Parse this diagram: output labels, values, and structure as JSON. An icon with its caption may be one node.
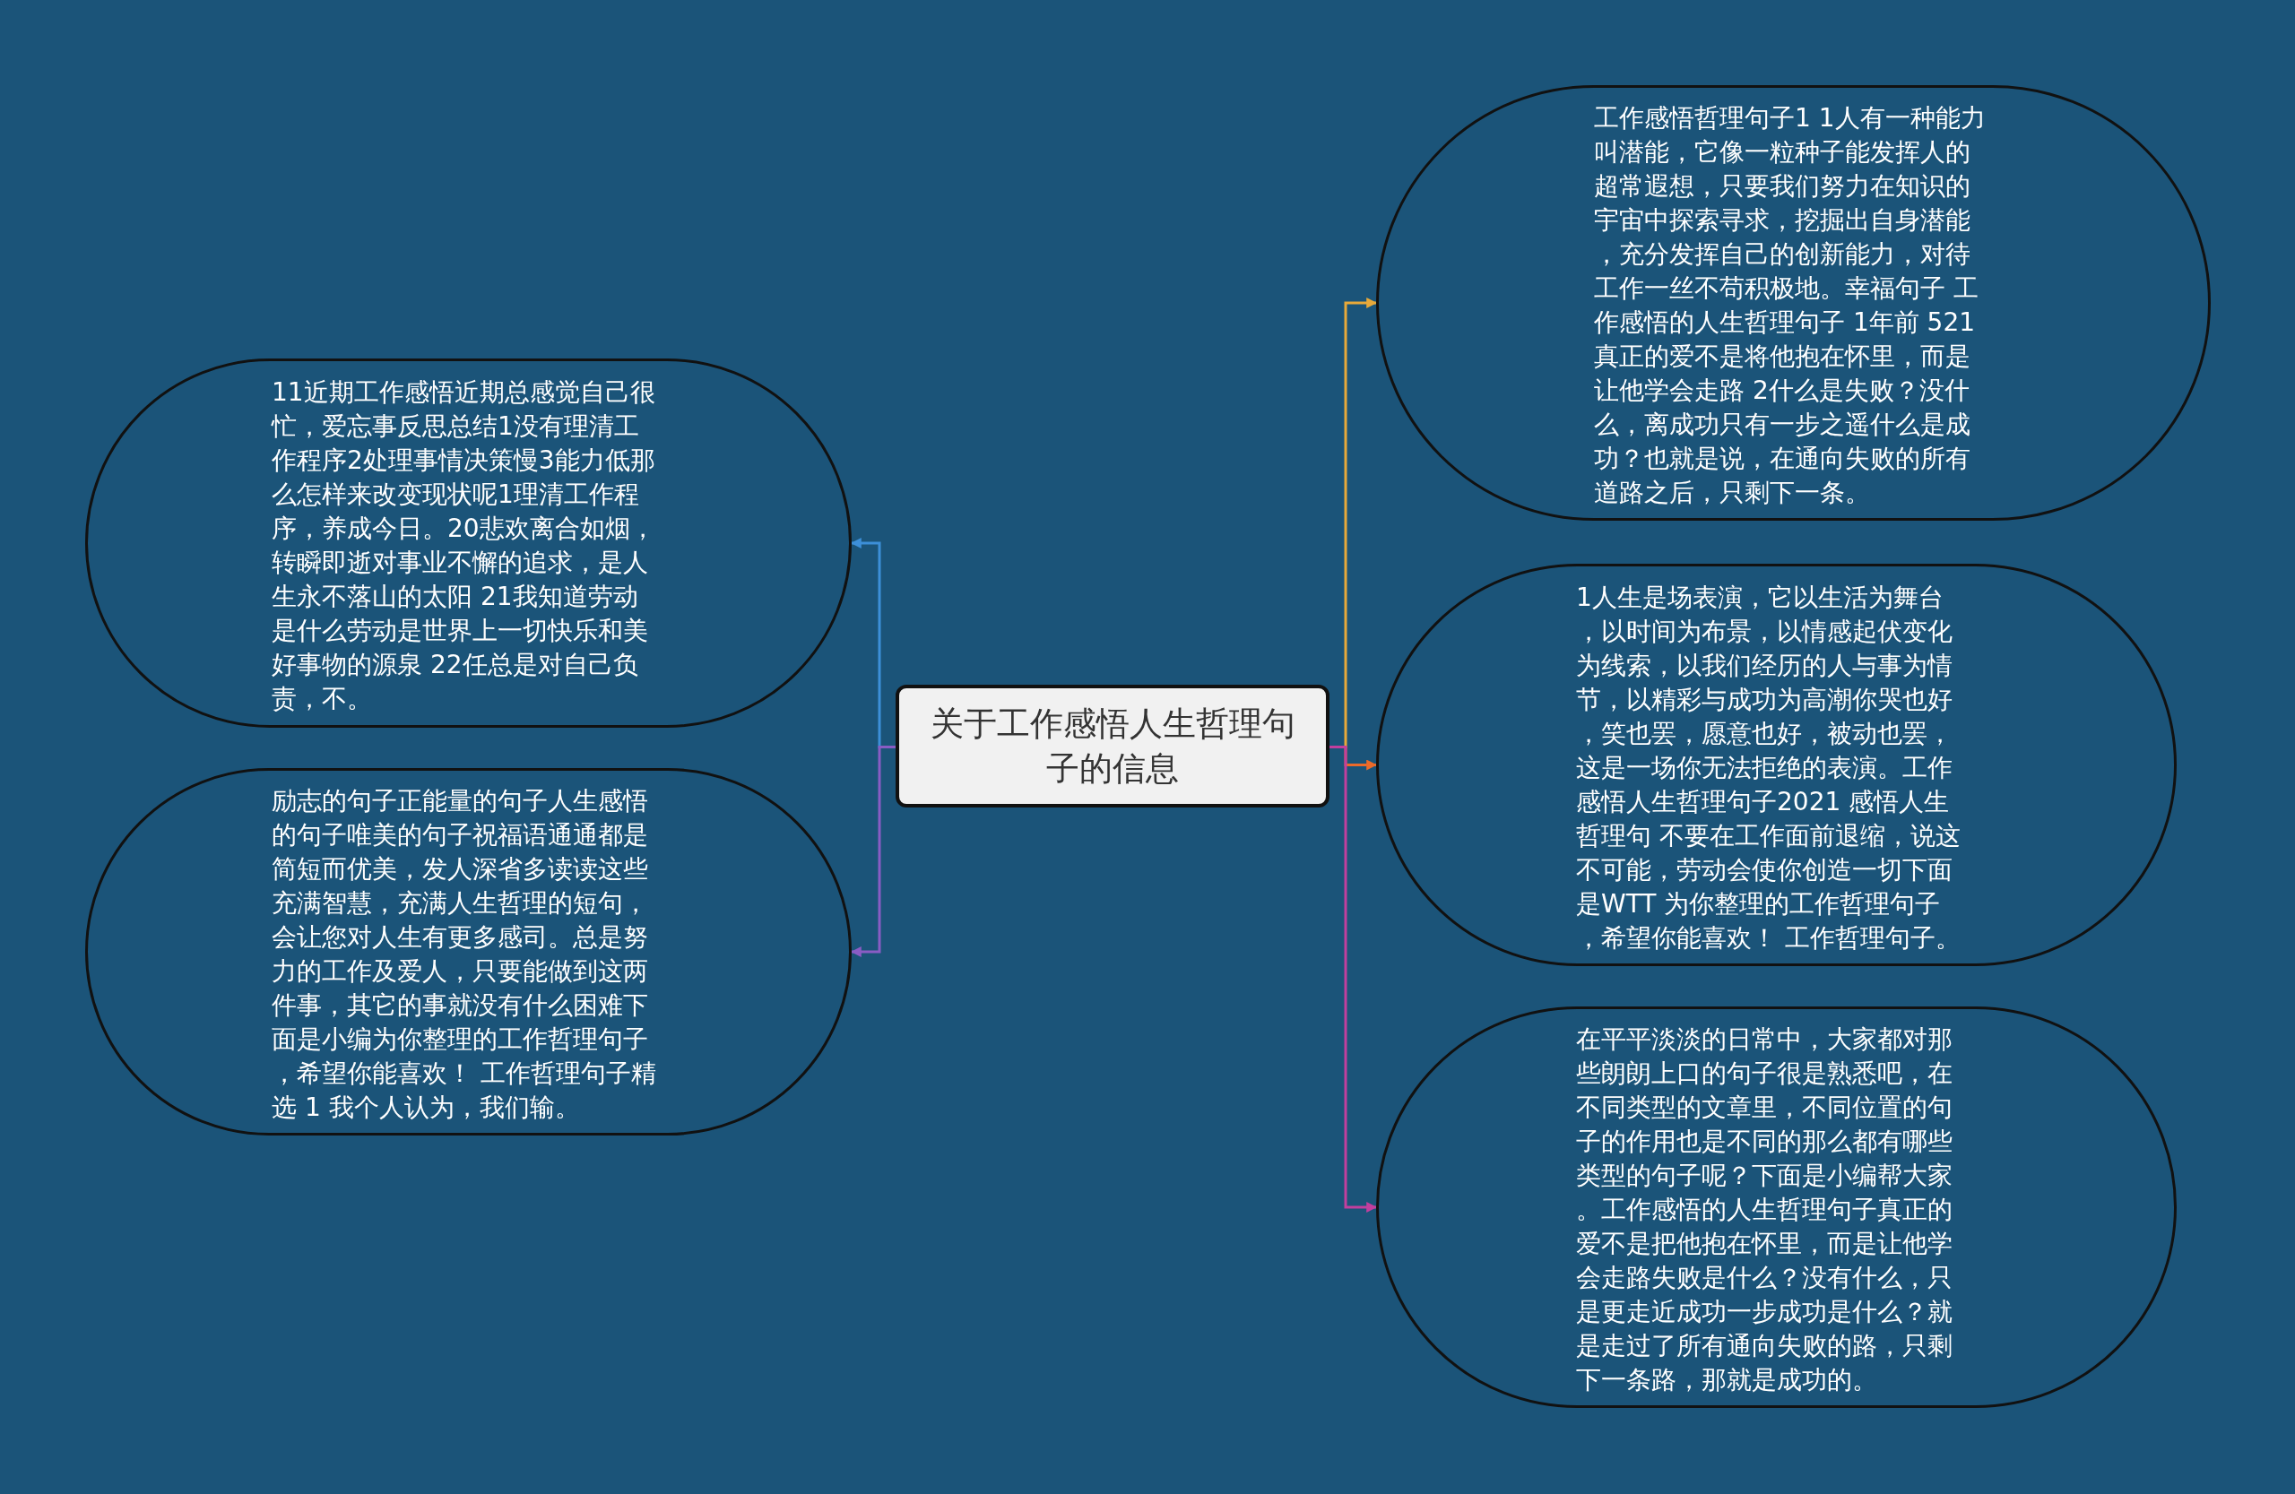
{
  "diagram": {
    "nodes": [
      {
        "text": [
          "关于工作感悟人生哲理句子的信息"
        ]
      },
      {
        "text": [
          "11近期工作感悟近期总感觉自己很忙，爱忘事反思总结1没有理清工作程序2处理事情决策慢3能力低那么怎样来改变现状呢1理清工作程序，养成今日。20悲欢离合如烟，转瞬即逝对事业不懈的追求，是人生永不落山的太阳 21我知道劳动是什么劳动是世界上一切快乐和美好事物的源泉 22任总是对自己负责，不。"
        ]
      },
      {
        "text": [
          "励志的句子正能量的句子人生感悟的句子唯美的句子祝福语通通都是简短而优美，发人深省多读读这些充满智慧，充满人生哲理的短句，会让您对人生有更多感司。总是努力的工作及爱人，只要能做到这两件事，其它的事就没有什么困难下面是小编为你整理的工作哲理句子，希望你能喜欢！ 工作哲理句子精选 1 我个人认为，我们输。"
        ]
      },
      {
        "text": [
          "工作感悟哲理句子1 1人有一种能力叫潜能，它像一粒种子能发挥人的超常遐想，只要我们努力在知识的宇宙中探索寻求，挖掘出自身潜能，充分发挥自己的创新能力，对待工作一丝不苟积极地。幸福句子 工作感悟的人生哲理句子 1年前 521真正的爱不是将他抱在怀里，而是让他学会走路 2什么是失败？没什么，离成功只有一步之遥什么是成功？也就是说，在通向失败的所有道路之后，只剩下一条。"
        ]
      },
      {
        "text": [
          "1人生是场表演，它以生活为舞台，以时间为布景，以情感起伏变化为线索，以我们经历的人与事为情节，以精彩与成功为高潮你哭也好，笑也罢，愿意也好，被动也罢，这是一场你无法拒绝的表演。工作感悟人生哲理句子2021 感悟人生哲理句 不要在工作面前退缩，说这不可能，劳动会使你创造一切下面是WTT 为你整理的工作哲理句子，希望你能喜欢！ 工作哲理句子。"
        ]
      },
      {
        "text": [
          "在平平淡淡的日常中，大家都对那些朗朗上口的句子很是熟悉吧，在不同类型的文章里，不同位置的句子的作用也是不同的那么都有哪些类型的句子呢？下面是小编帮大家。工作感悟的人生哲理句子真正的爱不是把他抱在怀里，而是让他学会走路失败是什么？没有什么，只是更走近成功一步成功是什么？就是走过了所有通向失败的路，只剩下一条路，那就是成功的。"
        ]
      }
    ],
    "edges": [
      {
        "from": 0,
        "to": 1,
        "arrow": "to",
        "color": "#3d8fd8"
      },
      {
        "from": 0,
        "to": 2,
        "arrow": "to",
        "color": "#8a5cc4"
      },
      {
        "from": 0,
        "to": 3,
        "arrow": "to",
        "color": "#e8a93a"
      },
      {
        "from": 0,
        "to": 4,
        "arrow": "to",
        "color": "#ec6a2a"
      },
      {
        "from": 0,
        "to": 5,
        "arrow": "to",
        "color": "#c23f9e"
      }
    ]
  }
}
